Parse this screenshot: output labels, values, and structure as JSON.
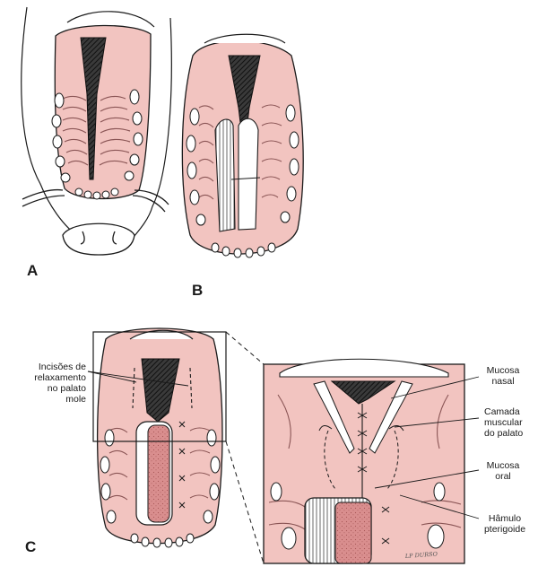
{
  "panels": {
    "a": {
      "letter": "A"
    },
    "b": {
      "letter": "B"
    },
    "c": {
      "letter": "C"
    }
  },
  "labels": {
    "relaxing_incisions": [
      "Incisões de",
      "relaxamento",
      "no palato",
      "mole"
    ],
    "nasal_mucosa": [
      "Mucosa",
      "nasal"
    ],
    "muscle_layer": [
      "Camada",
      "muscular",
      "do palato"
    ],
    "oral_mucosa": [
      "Mucosa",
      "oral"
    ],
    "pterygoid_hamulus": [
      "Hâmulo",
      "pterigoide"
    ]
  },
  "artist_signature": "LP DURSO",
  "colors": {
    "tissue": "#f2c4c0",
    "tissue_dark": "#e6a9a5",
    "ink": "#1a1a1a",
    "tooth": "#ffffff",
    "flap_red": "#d98e8e"
  }
}
